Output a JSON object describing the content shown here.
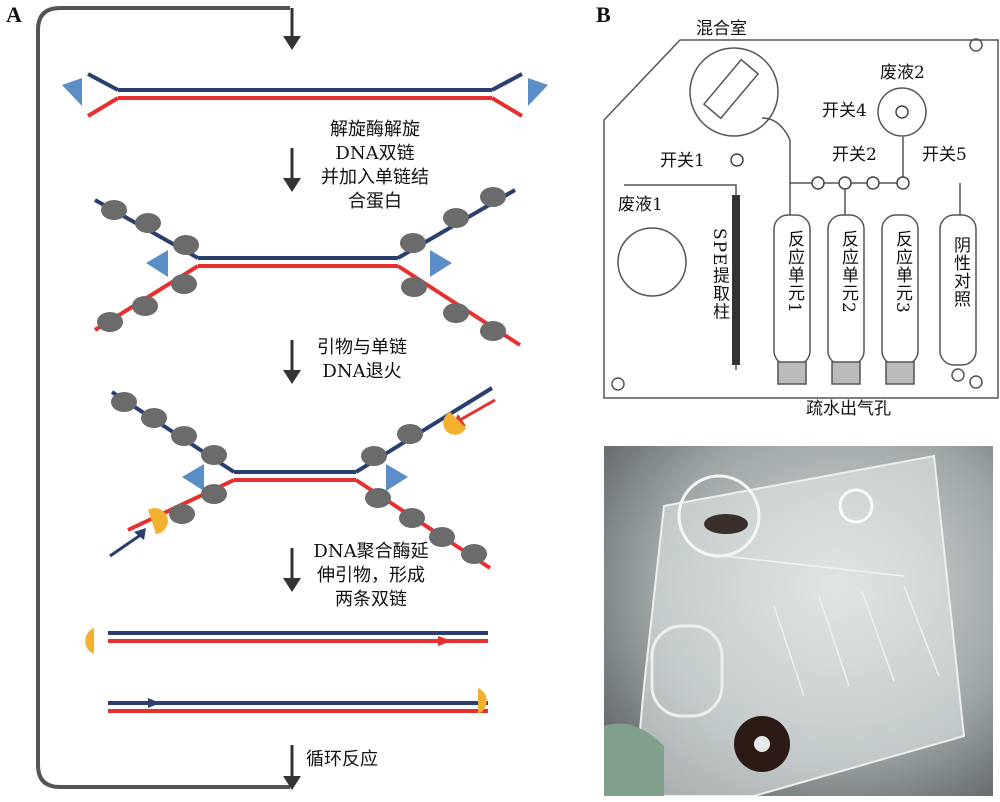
{
  "panel_a": {
    "letter": "A",
    "step1": [
      "解旋酶解旋",
      "DNA双链",
      "并加入单链结",
      "合蛋白"
    ],
    "step2": [
      "引物与单链",
      "DNA退火"
    ],
    "step3": [
      "DNA聚合酶延",
      "伸引物，形成",
      "两条双链"
    ],
    "cycle": "循环反应"
  },
  "panel_b": {
    "letter": "B",
    "mixing_chamber": "混合室",
    "waste2": "废液2",
    "switch4": "开关4",
    "switch1": "开关1",
    "switch2": "开关2",
    "switch5": "开关5",
    "waste1": "废液1",
    "spe_column": "SPE提取柱",
    "unit1": "反应单元1",
    "unit2": "反应单元2",
    "unit3": "反应单元3",
    "negative_control": "阴性对照",
    "vent_holes": "疏水出气孔"
  },
  "colors": {
    "blue_strand": "#2a3f6e",
    "red_strand": "#e63030",
    "helicase": "#5b8ec6",
    "ssb": "#6b6b6b",
    "primer": "#f4b030"
  }
}
